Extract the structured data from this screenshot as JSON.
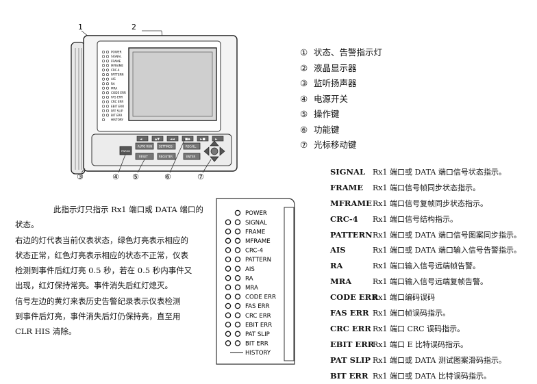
{
  "device": {
    "callouts": [
      "1",
      "2",
      "③",
      "④",
      "⑤",
      "⑥",
      "⑦"
    ],
    "led_labels": [
      "POWER",
      "SIGNAL",
      "FRAME",
      "MFRAME",
      "CRC-4",
      "PATTERN",
      "AIS",
      "RA",
      "MRA",
      "CODE ERR",
      "FAS ERR",
      "CRC ERR",
      "EBIT ERR",
      "PAT SLIP",
      "BIT ERR",
      "HISTORY"
    ],
    "buttons": {
      "row1": [
        "◄",
        "▲▼",
        "◄◄",
        "■◆",
        "►■",
        "►"
      ],
      "left": "PWRGD",
      "b1": "AUTO RUN",
      "b2": "RESET",
      "b3": "SETTINGS",
      "b4": "REGISTER",
      "b5": "RECALL",
      "b6": "ENTER"
    }
  },
  "legend": [
    {
      "num": "①",
      "text": "状态、告警指示灯"
    },
    {
      "num": "②",
      "text": "液晶显示器"
    },
    {
      "num": "③",
      "text": "监听扬声器"
    },
    {
      "num": "④",
      "text": "电源开关"
    },
    {
      "num": "⑤",
      "text": "操作键"
    },
    {
      "num": "⑥",
      "text": "功能键"
    },
    {
      "num": "⑦",
      "text": "光标移动键"
    }
  ],
  "zoom_panel": {
    "labels": [
      "POWER",
      "SIGNAL",
      "FRAME",
      "MFRAME",
      "CRC-4",
      "PATTERN",
      "AIS",
      "RA",
      "MRA",
      "CODE ERR",
      "FAS ERR",
      "CRC ERR",
      "EBIT ERR",
      "PAT SLIP",
      "BIT ERR",
      "HISTORY"
    ]
  },
  "paragraph": {
    "p1": "此指示灯只指示 Rx1 端口或 DATA 端口的",
    "p1b": "状态。",
    "p2": "右边的灯代表当前仪表状态，绿色灯亮表示相应的",
    "p3": "状态正常，红色灯亮表示相应的状态不正常，仪表",
    "p4": "检测到事件后红灯亮 0.5 秒，若在 0.5 秒内事件又",
    "p5": "出现，红灯保持常亮。事件消失后红灯熄灭。",
    "p6": "信号左边的黄灯来表历史告警纪录表示仪表检测",
    "p7": "到事件后灯亮，事件消失后灯仍保持亮，直至用",
    "p8": "CLR HIS 清除。"
  },
  "definitions": [
    {
      "term": "SIGNAL",
      "desc": "Rx1 端口或 DATA 端口信号状态指示。"
    },
    {
      "term": "FRAME",
      "desc": "Rx1 端口信号帧同步状态指示。"
    },
    {
      "term": "MFRAME",
      "desc": "Rx1 端口信号复帧同步状态指示。"
    },
    {
      "term": "CRC-4",
      "desc": "Rx1 端口信号结构指示。"
    },
    {
      "term": "PATTERN",
      "desc": "Rx1 端口或 DATA 端口信号图案同步指示。"
    },
    {
      "term": "AIS",
      "desc": "Rx1 端口或 DATA 端口输入信号告警指示。"
    },
    {
      "term": "RA",
      "desc": "Rx1 端口输入信号远端帧告警。"
    },
    {
      "term": "MRA",
      "desc": "Rx1 端口输入信号远端复帧告警。"
    },
    {
      "term": "CODE ERR",
      "desc": "Rx1 端口编码误码"
    },
    {
      "term": "FAS ERR",
      "desc": "Rx1 端口帧误码指示。"
    },
    {
      "term": "CRC ERR",
      "desc": "Rx1 端口 CRC 误码指示。"
    },
    {
      "term": "EBIT ERR",
      "desc": "Rx1 端口 E 比特误码指示。"
    },
    {
      "term": "PAT SLIP",
      "desc": "Rx1 端口或 DATA 测试图案滑码指示。"
    },
    {
      "term": "BIT ERR",
      "desc": "Rx1 端口或 DATA 比特误码指示。"
    }
  ]
}
